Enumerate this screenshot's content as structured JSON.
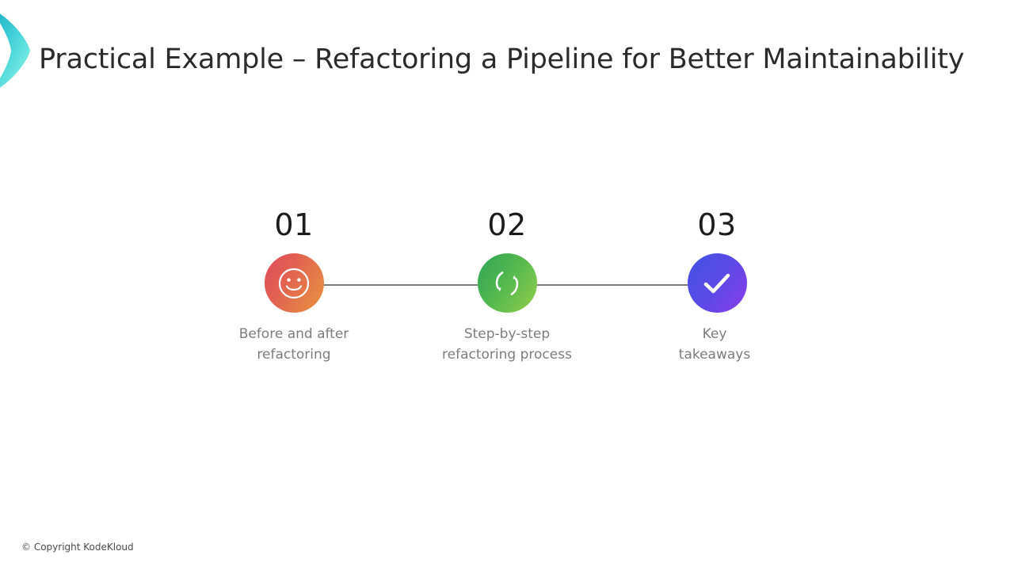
{
  "brand": {
    "logo_icon": "chevron-right-mark",
    "logo_gradient_start": "#2ab8c8",
    "logo_gradient_end": "#7df0e0"
  },
  "header": {
    "title": "Practical Example – Refactoring a Pipeline for Better Maintainability",
    "title_color": "#2b2b2b"
  },
  "timeline": {
    "connector_color": "#7d7d7d",
    "steps": [
      {
        "number": "01",
        "icon": "smiley-face-icon",
        "caption": "Before and after\nrefactoring",
        "gradient_start": "#e0485c",
        "gradient_end": "#e8953f"
      },
      {
        "number": "02",
        "icon": "refresh-cycle-icon",
        "caption": "Step-by-step\nrefactoring process",
        "gradient_start": "#2fa257",
        "gradient_end": "#93cd49"
      },
      {
        "number": "03",
        "icon": "checkmark-icon",
        "caption": "Key\ntakeaways",
        "gradient_start": "#3f52e3",
        "gradient_end": "#8c3ce8"
      }
    ]
  },
  "footer": {
    "copyright": "© Copyright KodeKloud"
  }
}
